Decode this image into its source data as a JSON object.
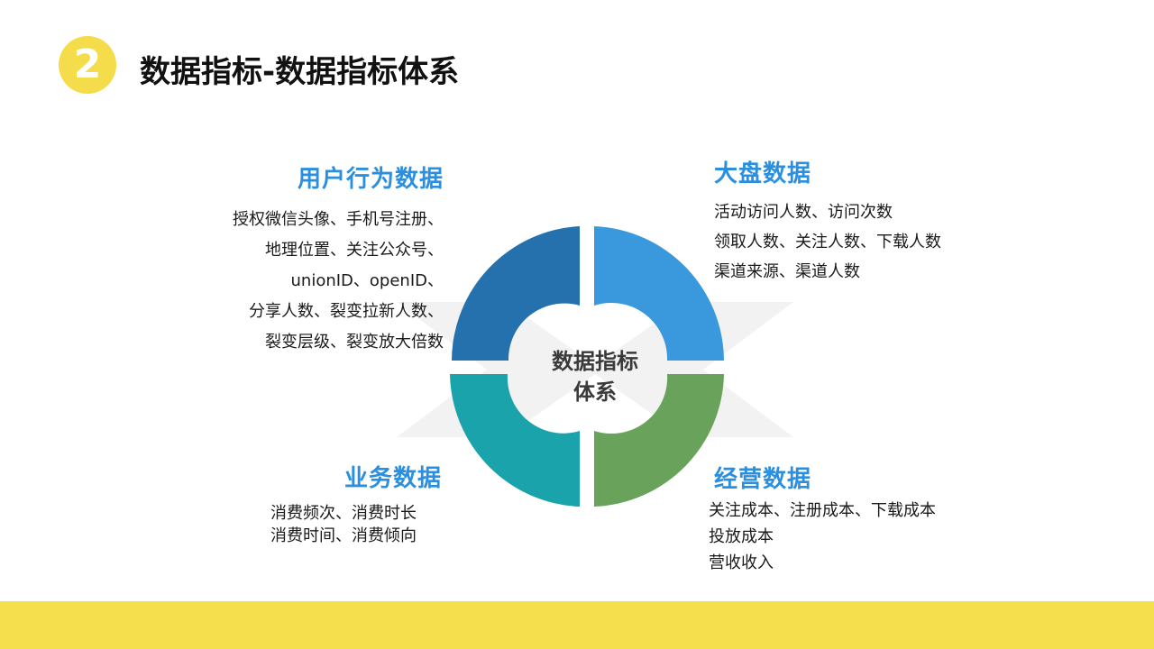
{
  "header": {
    "number": "2",
    "title": "数据指标-数据指标体系"
  },
  "diagram": {
    "center_label_line1": "数据指标",
    "center_label_line2": "体系",
    "colors": {
      "top_left": "#2471ad",
      "top_right": "#3a98dc",
      "bottom_left": "#1aa3ab",
      "bottom_right": "#69a35b",
      "background_shape": "#f2f2f2",
      "accent_yellow": "#f5dc4a",
      "title_blue": "#2b8fe0"
    }
  },
  "blocks": {
    "user_behavior": {
      "title": "用户行为数据",
      "lines": [
        "授权微信头像、手机号注册、",
        "地理位置、关注公众号、",
        "unionID、openID、",
        "分享人数、裂变拉新人数、",
        "裂变层级、裂变放大倍数"
      ]
    },
    "market": {
      "title": "大盘数据",
      "lines": [
        "活动访问人数、访问次数",
        "领取人数、关注人数、下载人数",
        "渠道来源、渠道人数"
      ]
    },
    "business": {
      "title": "业务数据",
      "lines": [
        "消费频次、消费时长",
        "消费时间、消费倾向"
      ]
    },
    "operations": {
      "title": "经营数据",
      "lines": [
        "关注成本、注册成本、下载成本",
        "投放成本",
        "营收收入"
      ]
    }
  }
}
